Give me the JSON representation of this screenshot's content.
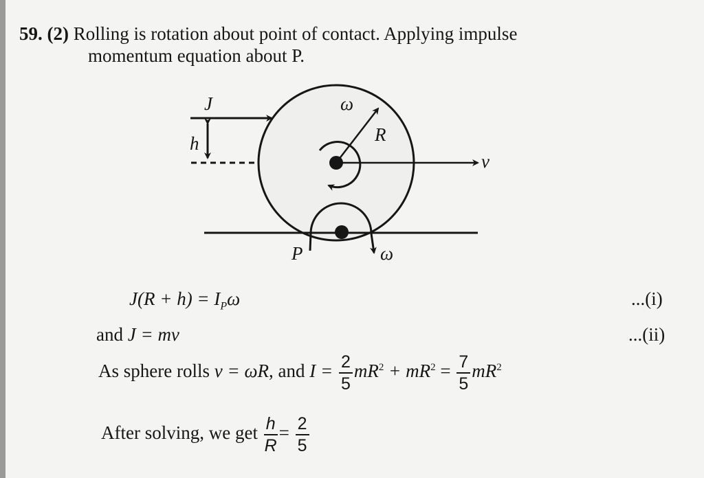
{
  "question": {
    "number": "59.",
    "answer": "(2)",
    "line1": "Rolling is rotation about point of contact. Applying impulse",
    "line2": "momentum equation about P."
  },
  "diagram": {
    "labels": {
      "impulse": "J",
      "height": "h",
      "omega_top": "ω",
      "radius": "R",
      "velocity": "v",
      "contact_point": "P",
      "omega_bottom": "ω"
    }
  },
  "equations": {
    "eq1": {
      "text_left": "J(R + h) = I",
      "sub": "P",
      "text_right": "ω",
      "tag": "...(i)"
    },
    "eq2": {
      "prefix": "and ",
      "text": "J = mv",
      "tag": "...(ii)"
    },
    "eq3": {
      "prefix": "As sphere rolls ",
      "rolling": "v = ωR",
      "mid": ", and ",
      "lhs": "I =",
      "f1_num": "2",
      "f1_den": "5",
      "t1": "mR",
      "p1": "2",
      "t2": " + mR",
      "p2": "2",
      "eq": " =",
      "f2_num": "7",
      "f2_den": "5",
      "t3": "mR",
      "p3": "2"
    },
    "eq4": {
      "prefix": "After solving, we get ",
      "f_num": "h",
      "f_den": "R",
      "eq": "=",
      "r_num": "2",
      "r_den": "5"
    }
  }
}
